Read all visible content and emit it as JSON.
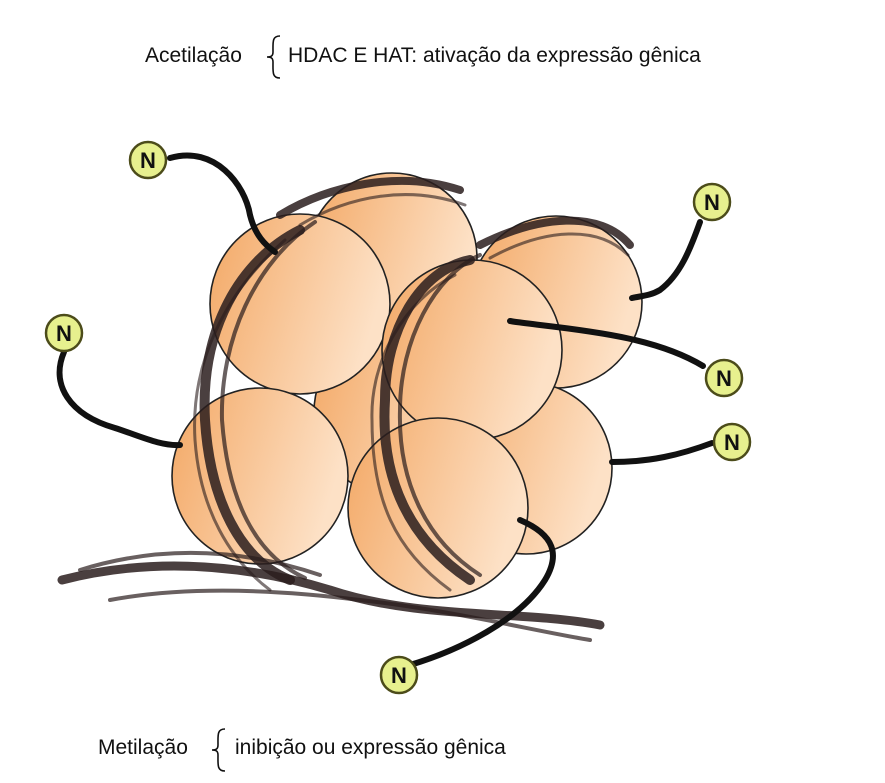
{
  "top_annotation": {
    "term": "Acetilação",
    "description": "HDAC E HAT: ativação da expressão gênica"
  },
  "bottom_annotation": {
    "term": "Metilação",
    "description": "inibição ou expressão gênica"
  },
  "tail_terminal_label": "N",
  "colors": {
    "histone_light": "#fde1c6",
    "histone_dark": "#f3a865",
    "dna_strand": "#2a1d1d",
    "tail": "#111111",
    "n_circle_fill": "#e7f08e",
    "n_circle_stroke": "#4c4c1a"
  }
}
